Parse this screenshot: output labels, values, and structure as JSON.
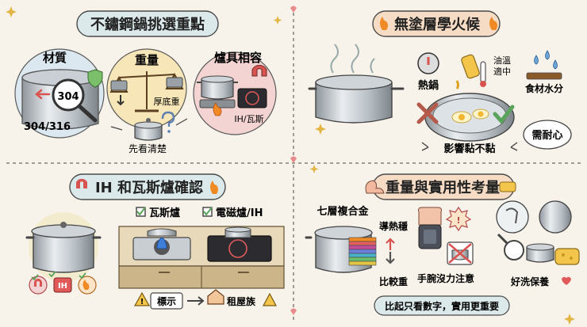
{
  "panels": {
    "p1": {
      "title": "不鏽鋼鍋挑選重點",
      "labels": {
        "material": "材質",
        "weight": "重量",
        "stove": "爐具相容",
        "grade": "304",
        "grades": "304/316",
        "bottom": "厚底重",
        "ih_gas": "IH/瓦斯",
        "check_first": "先看清楚"
      }
    },
    "p2": {
      "title": "無塗層學火候",
      "labels": {
        "heat_pan": "熱鍋",
        "oil_temp_1": "油溫",
        "oil_temp_2": "適中",
        "food_moisture": "食材水分",
        "affects_stick": "影響黏不黏",
        "patience": "需耐心"
      }
    },
    "p3": {
      "title": "IH 和瓦斯爐確認",
      "labels": {
        "gas": "瓦斯爐",
        "induction": "電磁爐/IH",
        "label_note": "標示",
        "renter": "租屋族",
        "ih_badge": "IH"
      }
    },
    "p4": {
      "title": "重量與實用性考量",
      "labels": {
        "layers": "七層複合金",
        "stable_heat": "導熱穩",
        "heavier": "比較重",
        "wrist": "手腕沒力注意",
        "easy_clean": "好洗保養",
        "footer": "比起只看數字，實用更重要"
      }
    }
  },
  "colors": {
    "background": "#f7f3ea",
    "title_pill": "#dbe9ea",
    "title_pill_warm": "#f6dcc4",
    "material_circle": "#dce8f0",
    "weight_circle": "#f6e6b8",
    "stove_circle": "#f4d3d3",
    "accent_red": "#d9534f",
    "accent_green": "#5aa35a",
    "accent_orange": "#f08a24"
  }
}
